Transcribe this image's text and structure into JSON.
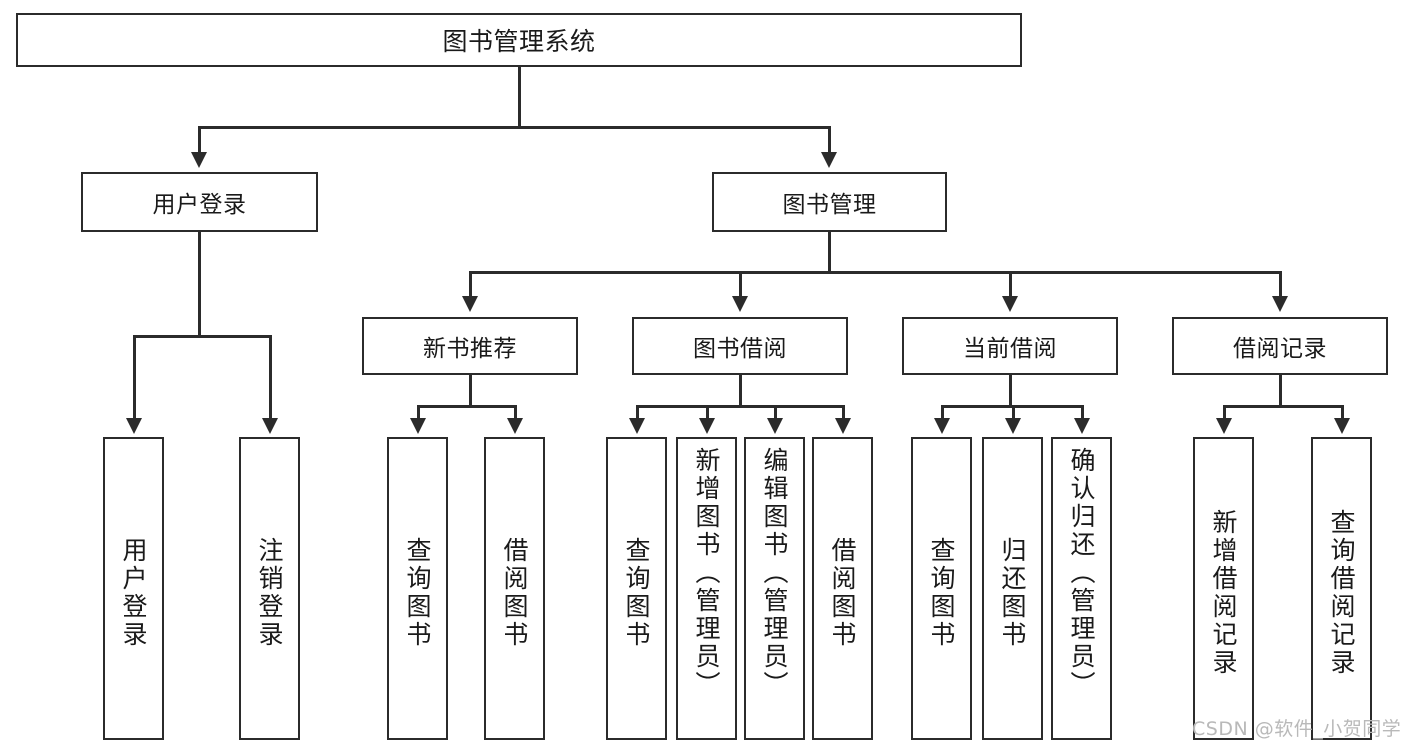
{
  "diagram": {
    "title": "图书管理系统",
    "watermark": "CSDN @软件_小贺同学",
    "colors": {
      "stroke": "#2b2b2b",
      "fill": "#ffffff",
      "text": "#1a1a1a",
      "watermark": "#b9b9b9"
    }
  },
  "nodes": {
    "root": {
      "label": "图书管理系统"
    },
    "level2": [
      {
        "label": "用户登录"
      },
      {
        "label": "图书管理"
      }
    ],
    "level3": [
      {
        "label": "新书推荐"
      },
      {
        "label": "图书借阅"
      },
      {
        "label": "当前借阅"
      },
      {
        "label": "借阅记录"
      }
    ],
    "leaves": {
      "user_login": [
        {
          "label": "用户登录"
        },
        {
          "label": "注销登录"
        }
      ],
      "new_book_recommend": [
        {
          "label": "查询图书"
        },
        {
          "label": "借阅图书"
        }
      ],
      "book_borrow": [
        {
          "label": "查询图书"
        },
        {
          "label": "新增图书（管理员）"
        },
        {
          "label": "编辑图书（管理员）"
        },
        {
          "label": "借阅图书"
        }
      ],
      "current_borrow": [
        {
          "label": "查询图书"
        },
        {
          "label": "归还图书"
        },
        {
          "label": "确认归还（管理员）"
        }
      ],
      "borrow_record": [
        {
          "label": "新增借阅记录"
        },
        {
          "label": "查询借阅记录"
        }
      ]
    }
  }
}
